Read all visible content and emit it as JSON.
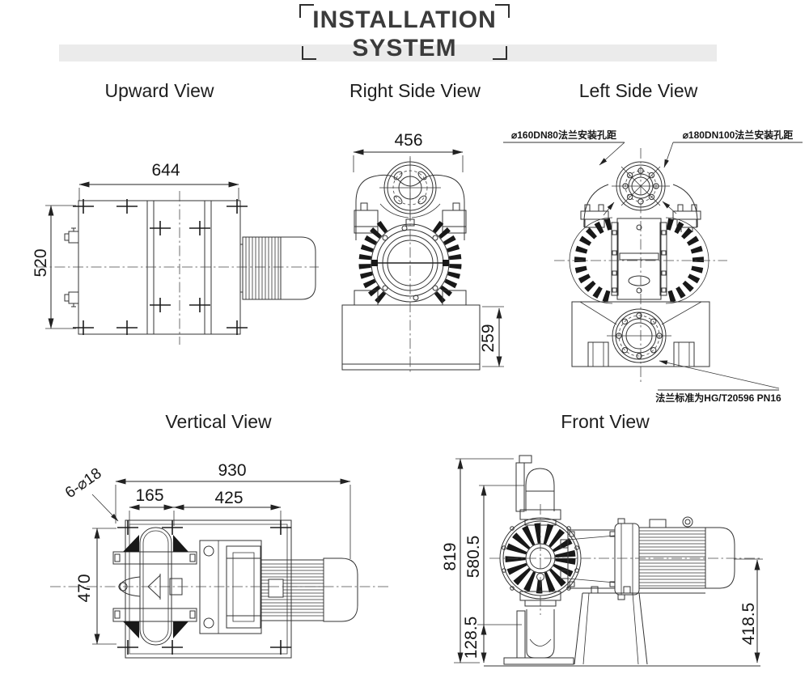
{
  "title": {
    "line1": "INSTALLATION",
    "line2": "SYSTEM"
  },
  "views": {
    "upward": {
      "label": "Upward View",
      "dim_width": "644",
      "dim_height": "520"
    },
    "right_side": {
      "label": "Right Side View",
      "dim_width": "456",
      "dim_base_height": "259"
    },
    "left_side": {
      "label": "Left Side View",
      "ann_flange_dn80": "⌀160DN80法兰安装孔距",
      "ann_flange_dn100": "⌀180DN100法兰安装孔距",
      "ann_flange_standard": "法兰标准为HG/T20596 PN16"
    },
    "vertical": {
      "label": "Vertical View",
      "dim_total_width": "930",
      "dim_left_offset": "165",
      "dim_motor_span": "425",
      "dim_height": "470",
      "dim_holes": "6-⌀18"
    },
    "front": {
      "label": "Front View",
      "dim_total_height": "819",
      "dim_inlet_height": "580.5",
      "dim_outlet_height": "128.5",
      "dim_motor_axis_height": "418.5"
    }
  },
  "colors": {
    "line": "#333333",
    "dark_fill": "#181818",
    "band": "#ebebeb",
    "text": "#1e1e1e"
  }
}
